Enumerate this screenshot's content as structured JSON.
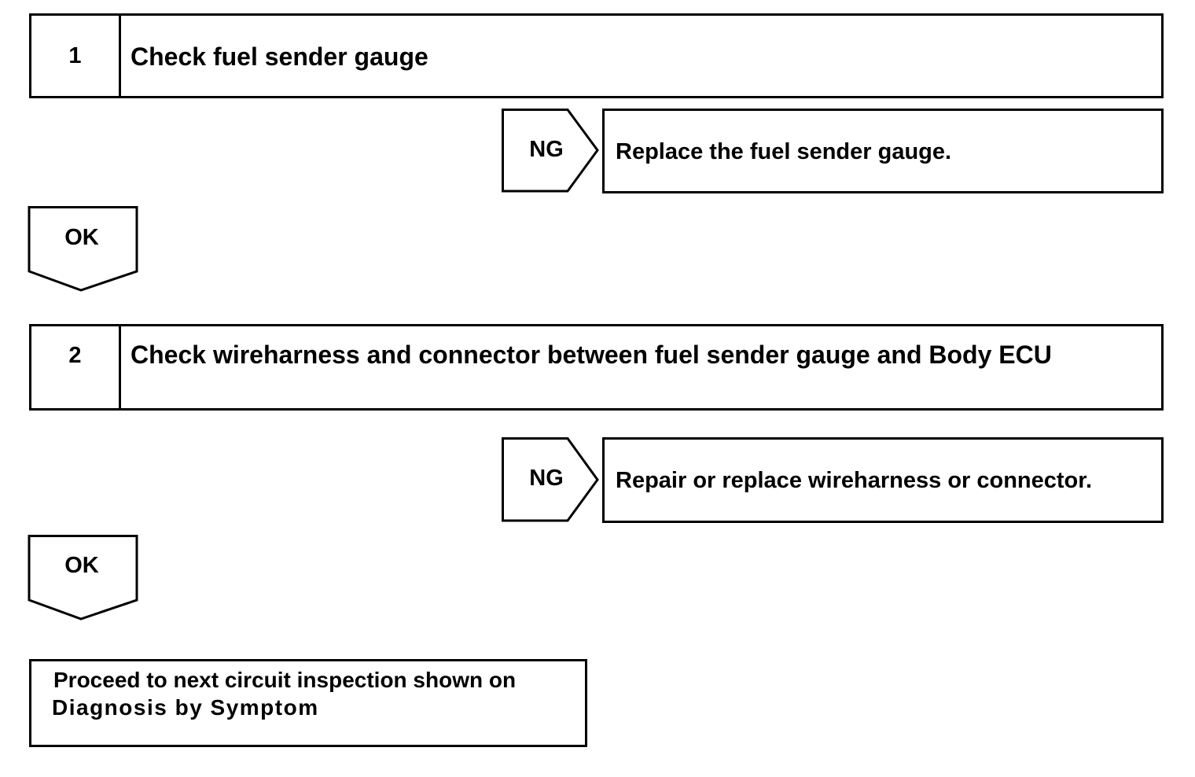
{
  "steps": [
    {
      "number": "1",
      "title": "Check fuel sender gauge",
      "ng_label": "NG",
      "ng_action": "Replace the fuel sender gauge.",
      "ok_label": "OK"
    },
    {
      "number": "2",
      "title": "Check wireharness and connector between fuel sender gauge and Body ECU",
      "ng_label": "NG",
      "ng_action": "Repair or replace wireharness or connector.",
      "ok_label": "OK"
    }
  ],
  "final": {
    "line1": "Proceed to next circuit inspection shown on",
    "line2": "Diagnosis by Symptom"
  },
  "colors": {
    "stroke": "#000000",
    "background": "#ffffff"
  }
}
